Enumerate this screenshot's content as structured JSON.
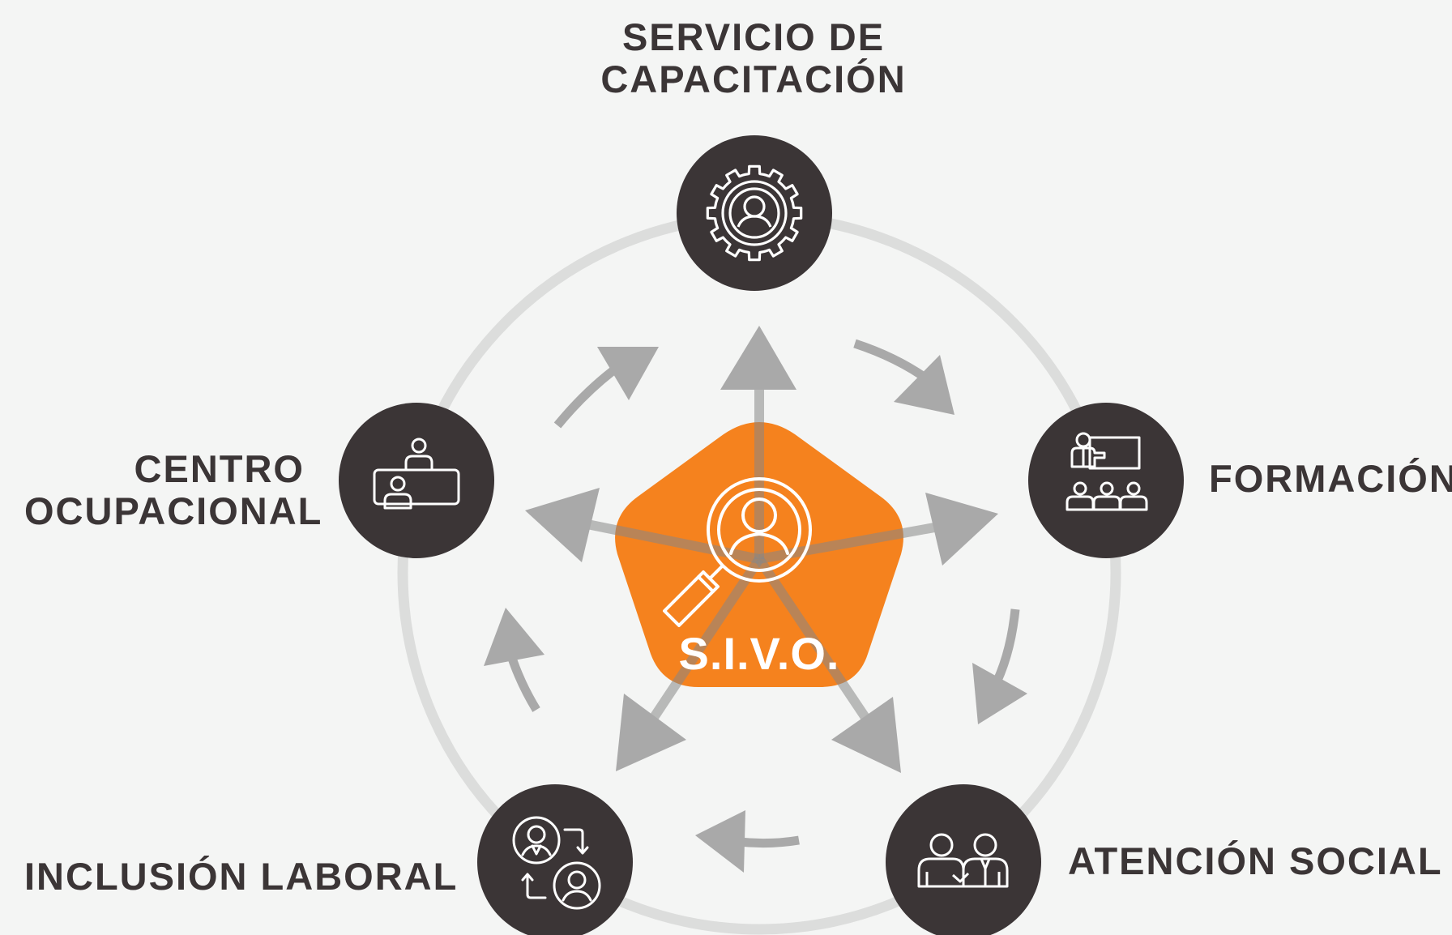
{
  "center": {
    "label": "S.I.V.O.",
    "icon": "magnifier-person-icon",
    "color": "#f5821e"
  },
  "nodes": [
    {
      "id": "top",
      "lines": [
        "SERVICIO DE",
        "CAPACITACIÓN"
      ],
      "icon": "gear-person-icon"
    },
    {
      "id": "right",
      "lines": [
        "FORMACIÓN"
      ],
      "icon": "teacher-classroom-icon"
    },
    {
      "id": "bottom_right",
      "lines": [
        "ATENCIÓN SOCIAL"
      ],
      "icon": "two-people-icon"
    },
    {
      "id": "bottom_left",
      "lines": [
        "INCLUSIÓN LABORAL"
      ],
      "icon": "person-exchange-icon"
    },
    {
      "id": "left",
      "lines": [
        "CENTRO",
        "OCUPACIONAL"
      ],
      "icon": "desk-meeting-icon"
    }
  ],
  "colors": {
    "background": "#f4f5f4",
    "node_fill": "#3b3536",
    "ring": "#dcdddc",
    "arrows": "#a9a9a9",
    "text": "#3b3536",
    "center": "#f5821e"
  }
}
